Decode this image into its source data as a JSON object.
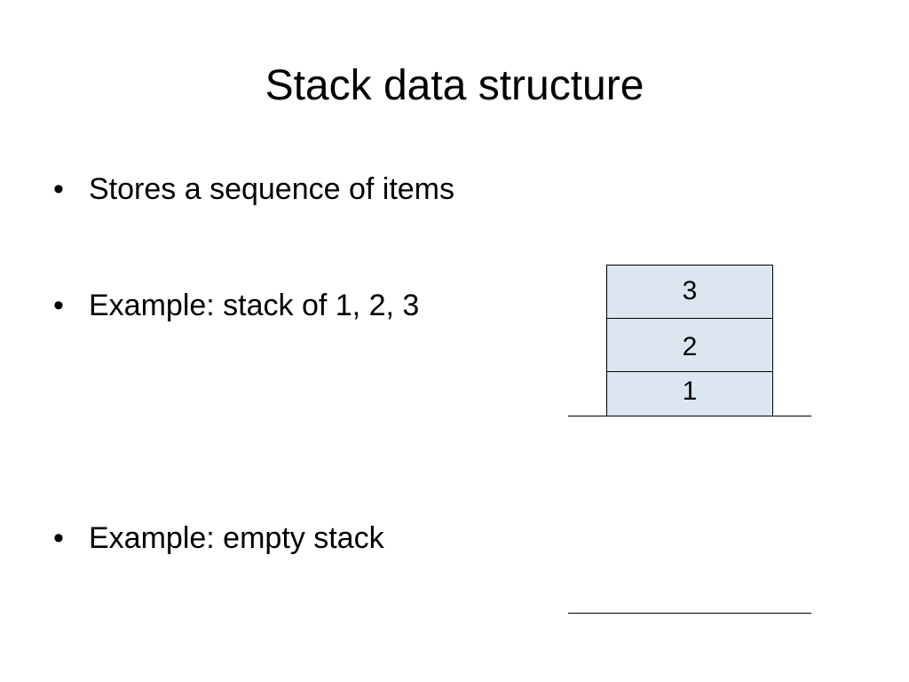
{
  "slide": {
    "title": "Stack data structure",
    "bullets": [
      "Stores a sequence of items",
      "Example: stack of 1, 2, 3",
      "Example: empty stack"
    ],
    "bullet_glyph": "•"
  },
  "stack_example": {
    "items_top_to_bottom": [
      "3",
      "2",
      "1"
    ],
    "box_color": "#dce6f1"
  }
}
